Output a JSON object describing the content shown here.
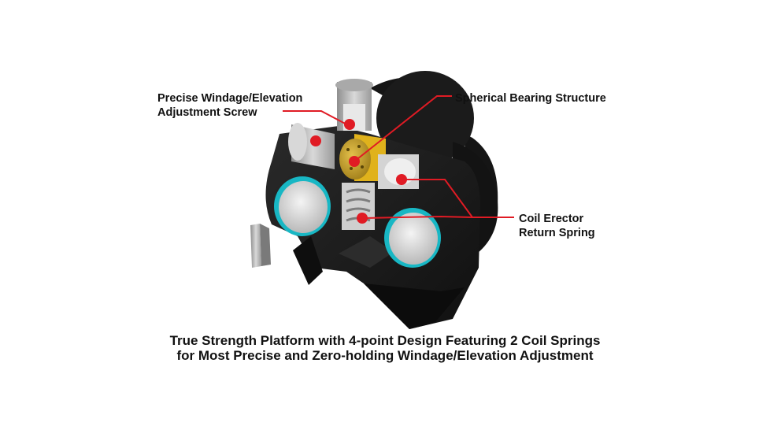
{
  "callouts": {
    "windage": {
      "line1": "Precise Windage/Elevation",
      "line2": "Adjustment Screw"
    },
    "bearing": {
      "line1": "Spherical Bearing Structure"
    },
    "coil": {
      "line1": "Coil Erector",
      "line2": "Return Spring"
    }
  },
  "caption": {
    "line1": "True Strength Platform with 4-point Design Featuring 2 Coil Springs",
    "line2": "for Most Precise and Zero-holding Windage/Elevation Adjustment"
  },
  "colors": {
    "callout_marker": "#e01b24",
    "body": "#1c1c1c",
    "bearing": "#c9a227",
    "lens_ring": "#18b7c4"
  }
}
